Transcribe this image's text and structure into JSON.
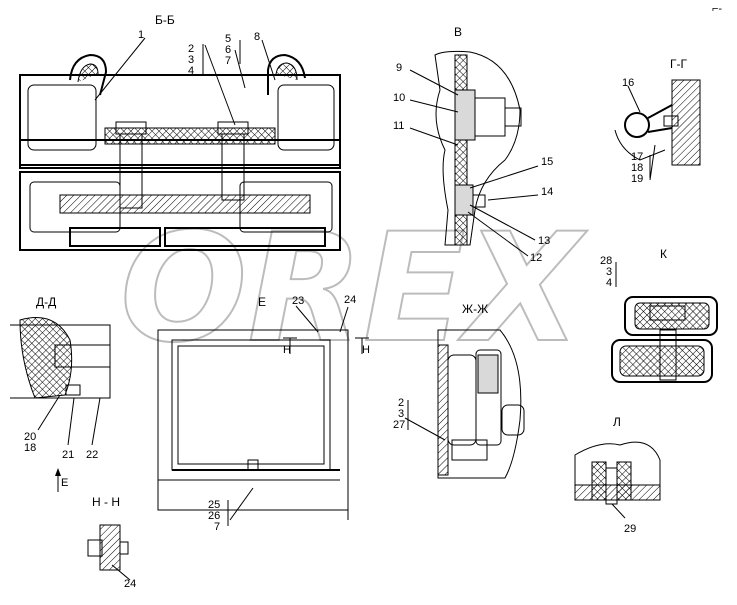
{
  "watermark": "OREX",
  "corner_mark": "⌐-",
  "sections": {
    "bb": "Б-Б",
    "v": "В",
    "gg": "Г-Г",
    "k": "К",
    "dd": "Д-Д",
    "e": "Е",
    "zhzh": "Ж-Ж",
    "l": "Л",
    "nn": "Н - Н"
  },
  "view_marks": {
    "n1": "Н",
    "n2": "Н",
    "e_arrow": "Е"
  },
  "callouts": {
    "c1": "1",
    "c2": "2",
    "c3": "3",
    "c4": "4",
    "c5": "5",
    "c6": "6",
    "c7": "7",
    "c8": "8",
    "c9": "9",
    "c10": "10",
    "c11": "11",
    "c12": "12",
    "c13": "13",
    "c14": "14",
    "c15": "15",
    "c16": "16",
    "c17": "17",
    "c18": "18",
    "c19": "19",
    "c20": "20",
    "c18b": "18",
    "c21": "21",
    "c22": "22",
    "c23": "23",
    "c24": "24",
    "c25": "25",
    "c26": "26",
    "c7b": "7",
    "c2b": "2",
    "c3b": "3",
    "c27": "27",
    "c28": "28",
    "c3c": "3",
    "c4b": "4",
    "c29": "29",
    "c24b": "24"
  }
}
